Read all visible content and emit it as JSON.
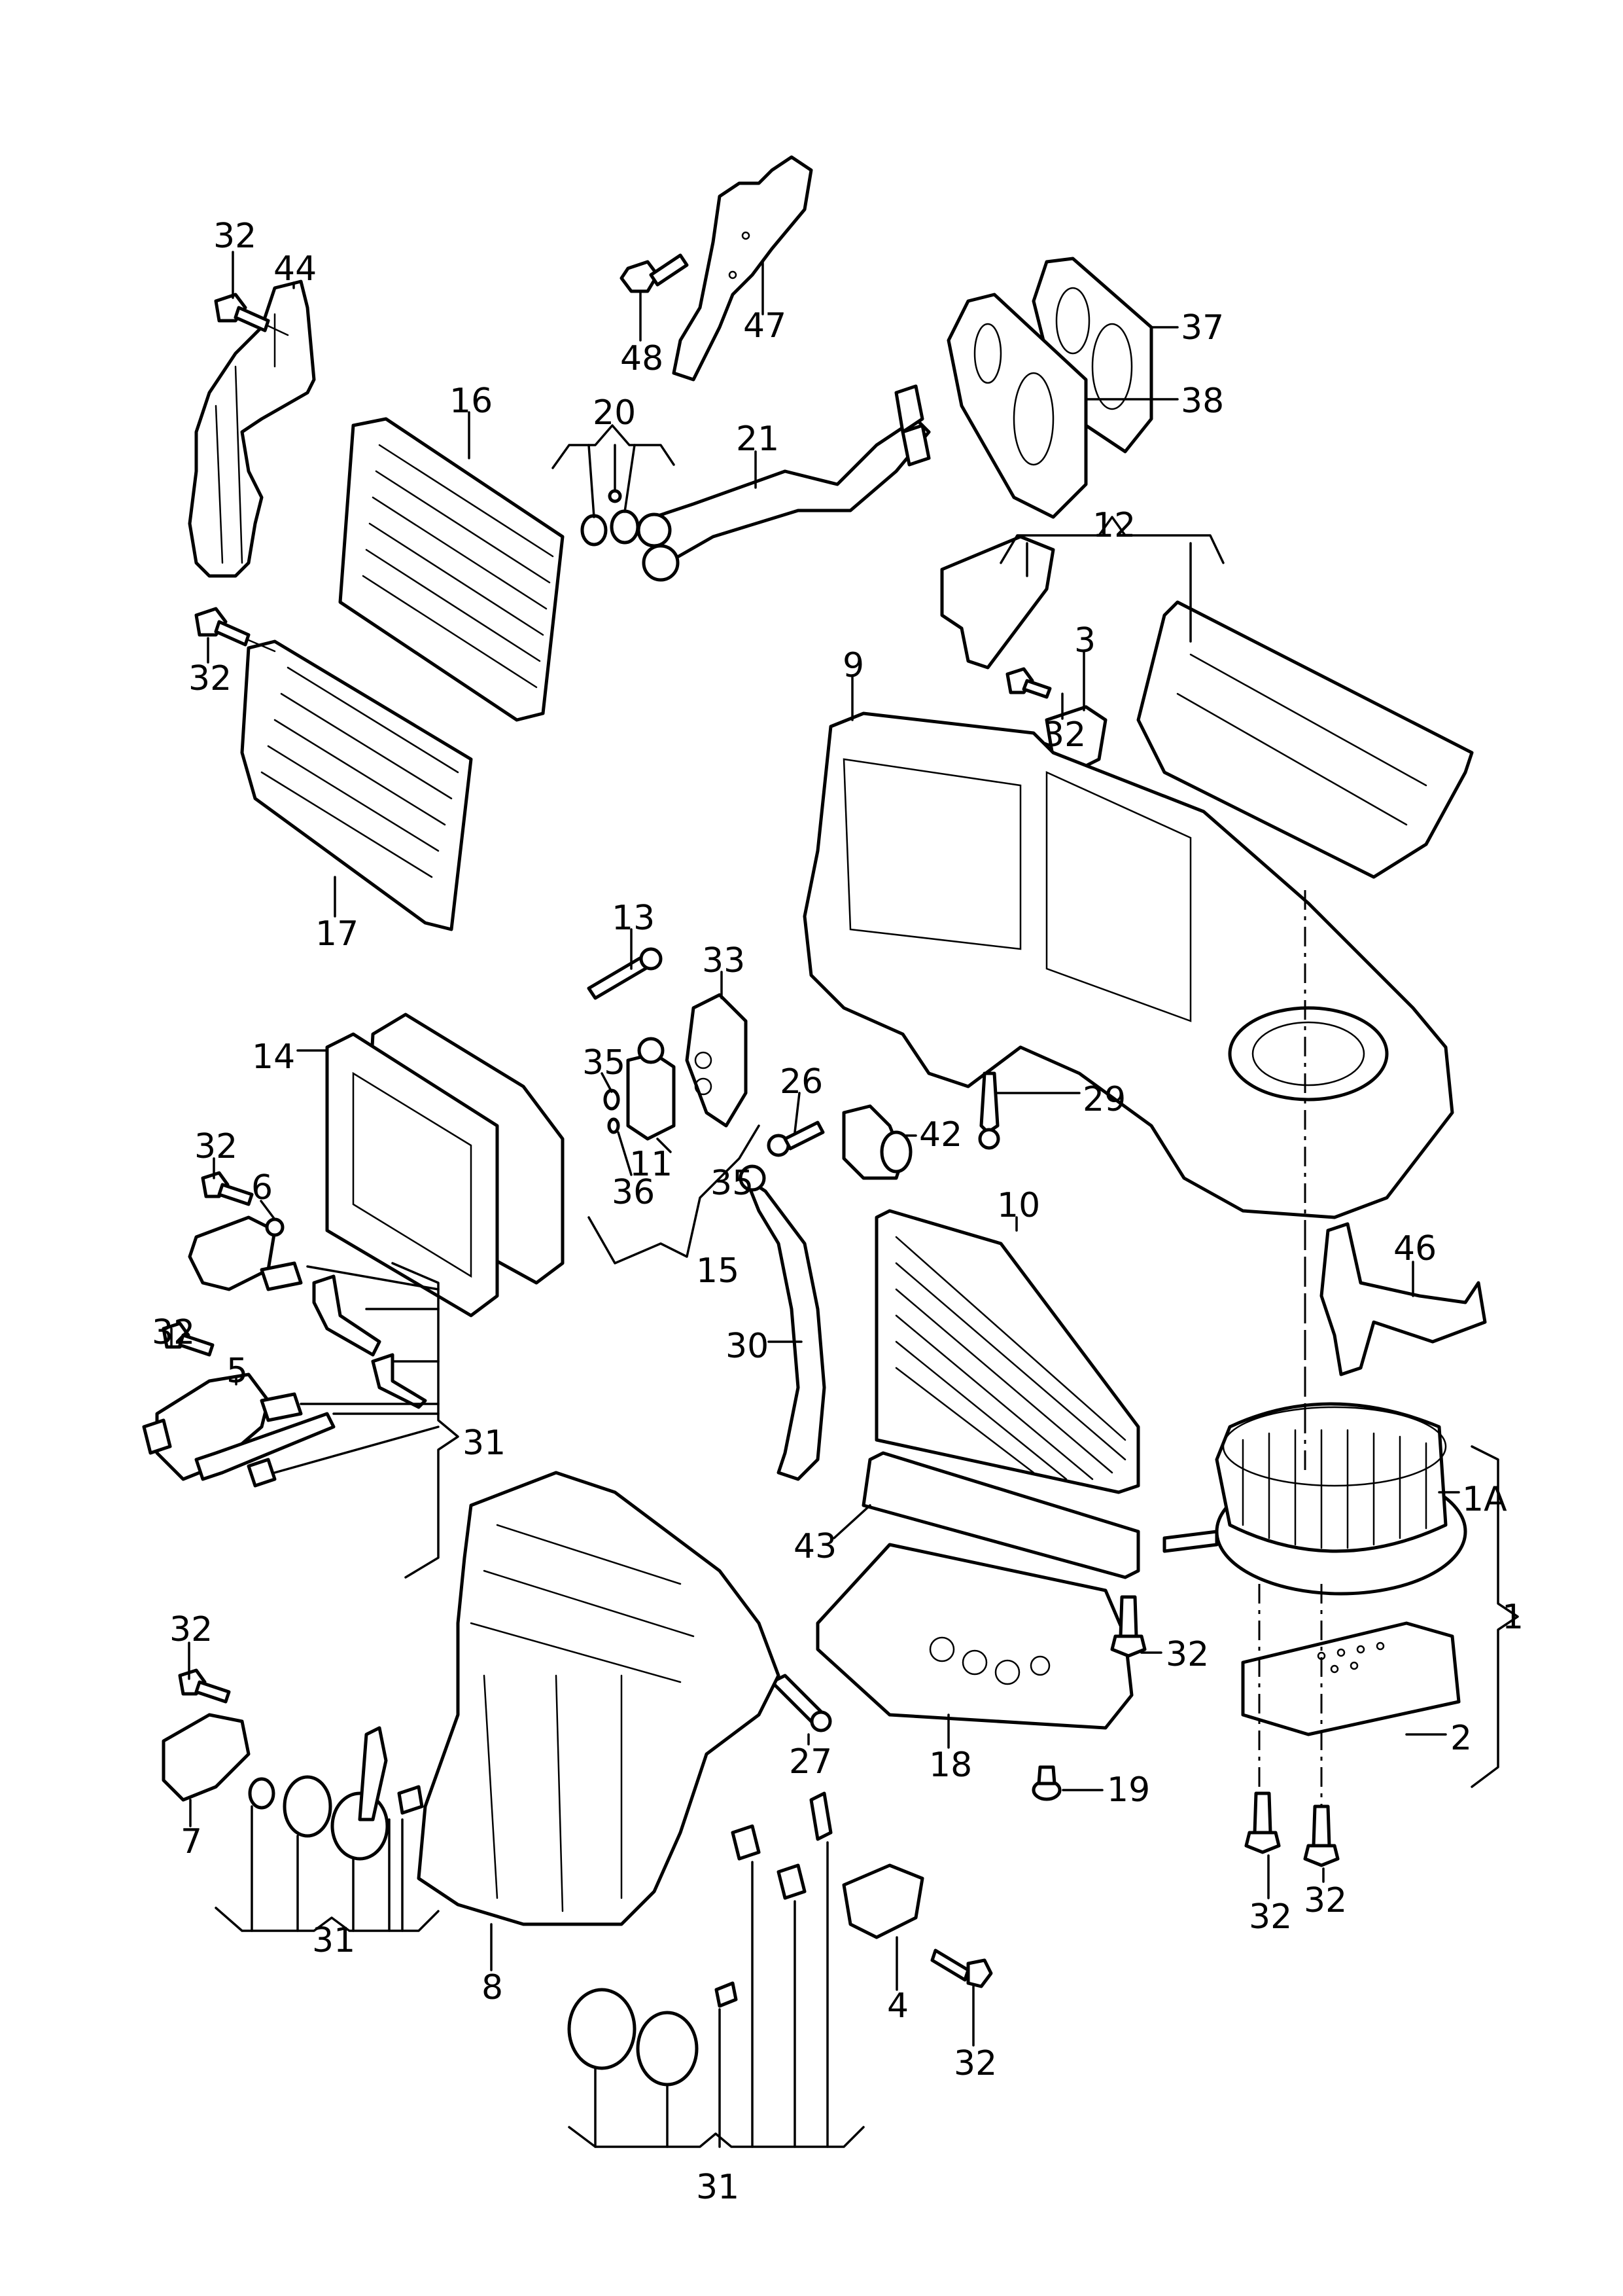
{
  "diagram": {
    "title": "",
    "type": "exploded parts diagram",
    "callouts": [
      {
        "id": "c-32-a",
        "text": "32"
      },
      {
        "id": "c-44",
        "text": "44"
      },
      {
        "id": "c-48",
        "text": "48"
      },
      {
        "id": "c-47",
        "text": "47"
      },
      {
        "id": "c-37",
        "text": "37"
      },
      {
        "id": "c-38",
        "text": "38"
      },
      {
        "id": "c-16",
        "text": "16"
      },
      {
        "id": "c-20",
        "text": "20"
      },
      {
        "id": "c-21",
        "text": "21"
      },
      {
        "id": "c-12",
        "text": "12"
      },
      {
        "id": "c-3",
        "text": "3"
      },
      {
        "id": "c-9",
        "text": "9"
      },
      {
        "id": "c-32-b",
        "text": "32"
      },
      {
        "id": "c-32-c",
        "text": "32"
      },
      {
        "id": "c-17",
        "text": "17"
      },
      {
        "id": "c-13",
        "text": "13"
      },
      {
        "id": "c-33",
        "text": "33"
      },
      {
        "id": "c-14",
        "text": "14"
      },
      {
        "id": "c-35-a",
        "text": "35"
      },
      {
        "id": "c-26",
        "text": "26"
      },
      {
        "id": "c-29",
        "text": "29"
      },
      {
        "id": "c-42",
        "text": "42"
      },
      {
        "id": "c-11",
        "text": "11"
      },
      {
        "id": "c-36",
        "text": "36"
      },
      {
        "id": "c-35-b",
        "text": "35"
      },
      {
        "id": "c-15",
        "text": "15"
      },
      {
        "id": "c-10",
        "text": "10"
      },
      {
        "id": "c-46",
        "text": "46"
      },
      {
        "id": "c-30",
        "text": "30"
      },
      {
        "id": "c-32-d",
        "text": "32"
      },
      {
        "id": "c-6",
        "text": "6"
      },
      {
        "id": "c-32-e",
        "text": "32"
      },
      {
        "id": "c-5",
        "text": "5"
      },
      {
        "id": "c-31-a",
        "text": "31"
      },
      {
        "id": "c-1A",
        "text": "1A"
      },
      {
        "id": "c-43",
        "text": "43"
      },
      {
        "id": "c-1",
        "text": "1"
      },
      {
        "id": "c-32-f",
        "text": "32"
      },
      {
        "id": "c-32-g",
        "text": "32"
      },
      {
        "id": "c-7",
        "text": "7"
      },
      {
        "id": "c-8",
        "text": "8"
      },
      {
        "id": "c-27",
        "text": "27"
      },
      {
        "id": "c-18",
        "text": "18"
      },
      {
        "id": "c-19",
        "text": "19"
      },
      {
        "id": "c-2",
        "text": "2"
      },
      {
        "id": "c-32-h",
        "text": "32"
      },
      {
        "id": "c-32-i",
        "text": "32"
      },
      {
        "id": "c-4",
        "text": "4"
      },
      {
        "id": "c-32-j",
        "text": "32"
      },
      {
        "id": "c-31-b",
        "text": "31"
      },
      {
        "id": "c-31-c",
        "text": "31"
      }
    ]
  }
}
